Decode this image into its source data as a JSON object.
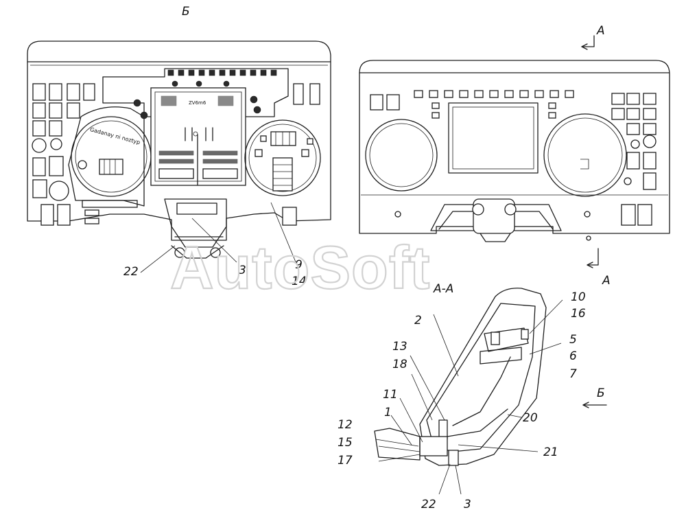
{
  "views": {
    "view_b_title": "Б",
    "section_title": "А-А",
    "arrow_a_top": "А",
    "arrow_a_bottom": "А",
    "arrow_b": "Б"
  },
  "small_text": {
    "bracket_label": "ZV6m6",
    "gauge_label": "Gadanay ni noztyp"
  },
  "watermark": "AutoSoft",
  "callouts_left": [
    "22",
    "3",
    "9",
    "14"
  ],
  "callouts_section": [
    "10",
    "16",
    "5",
    "6",
    "7",
    "2",
    "13",
    "18",
    "11",
    "1",
    "12",
    "15",
    "17",
    "20",
    "21",
    "22",
    "3"
  ]
}
